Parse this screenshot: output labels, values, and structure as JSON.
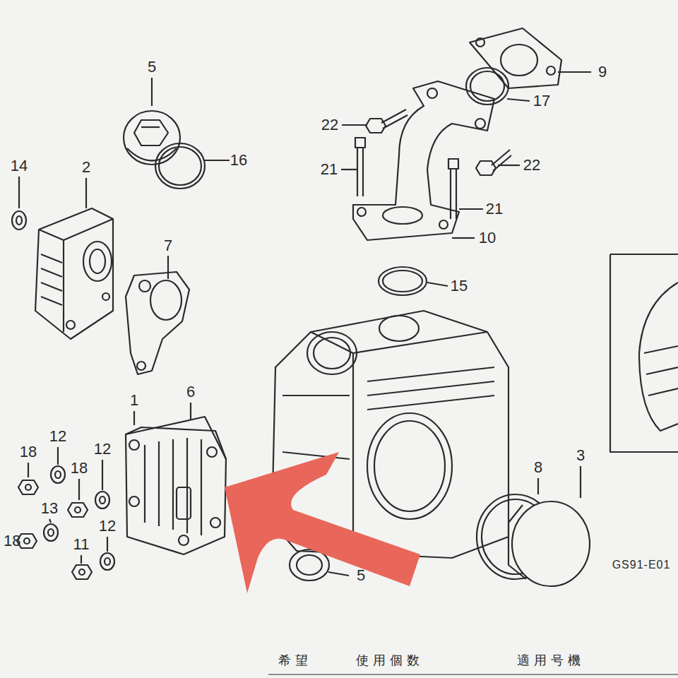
{
  "diagram": {
    "labels": [
      "5",
      "14",
      "2",
      "16",
      "7",
      "9",
      "17",
      "22",
      "21",
      "22",
      "21",
      "10",
      "15",
      "1",
      "6",
      "8",
      "3",
      "18",
      "12",
      "12",
      "18",
      "13",
      "18",
      "11",
      "12",
      "5",
      "GS91-E01",
      "希望",
      "使用個数",
      "適用号機"
    ]
  }
}
